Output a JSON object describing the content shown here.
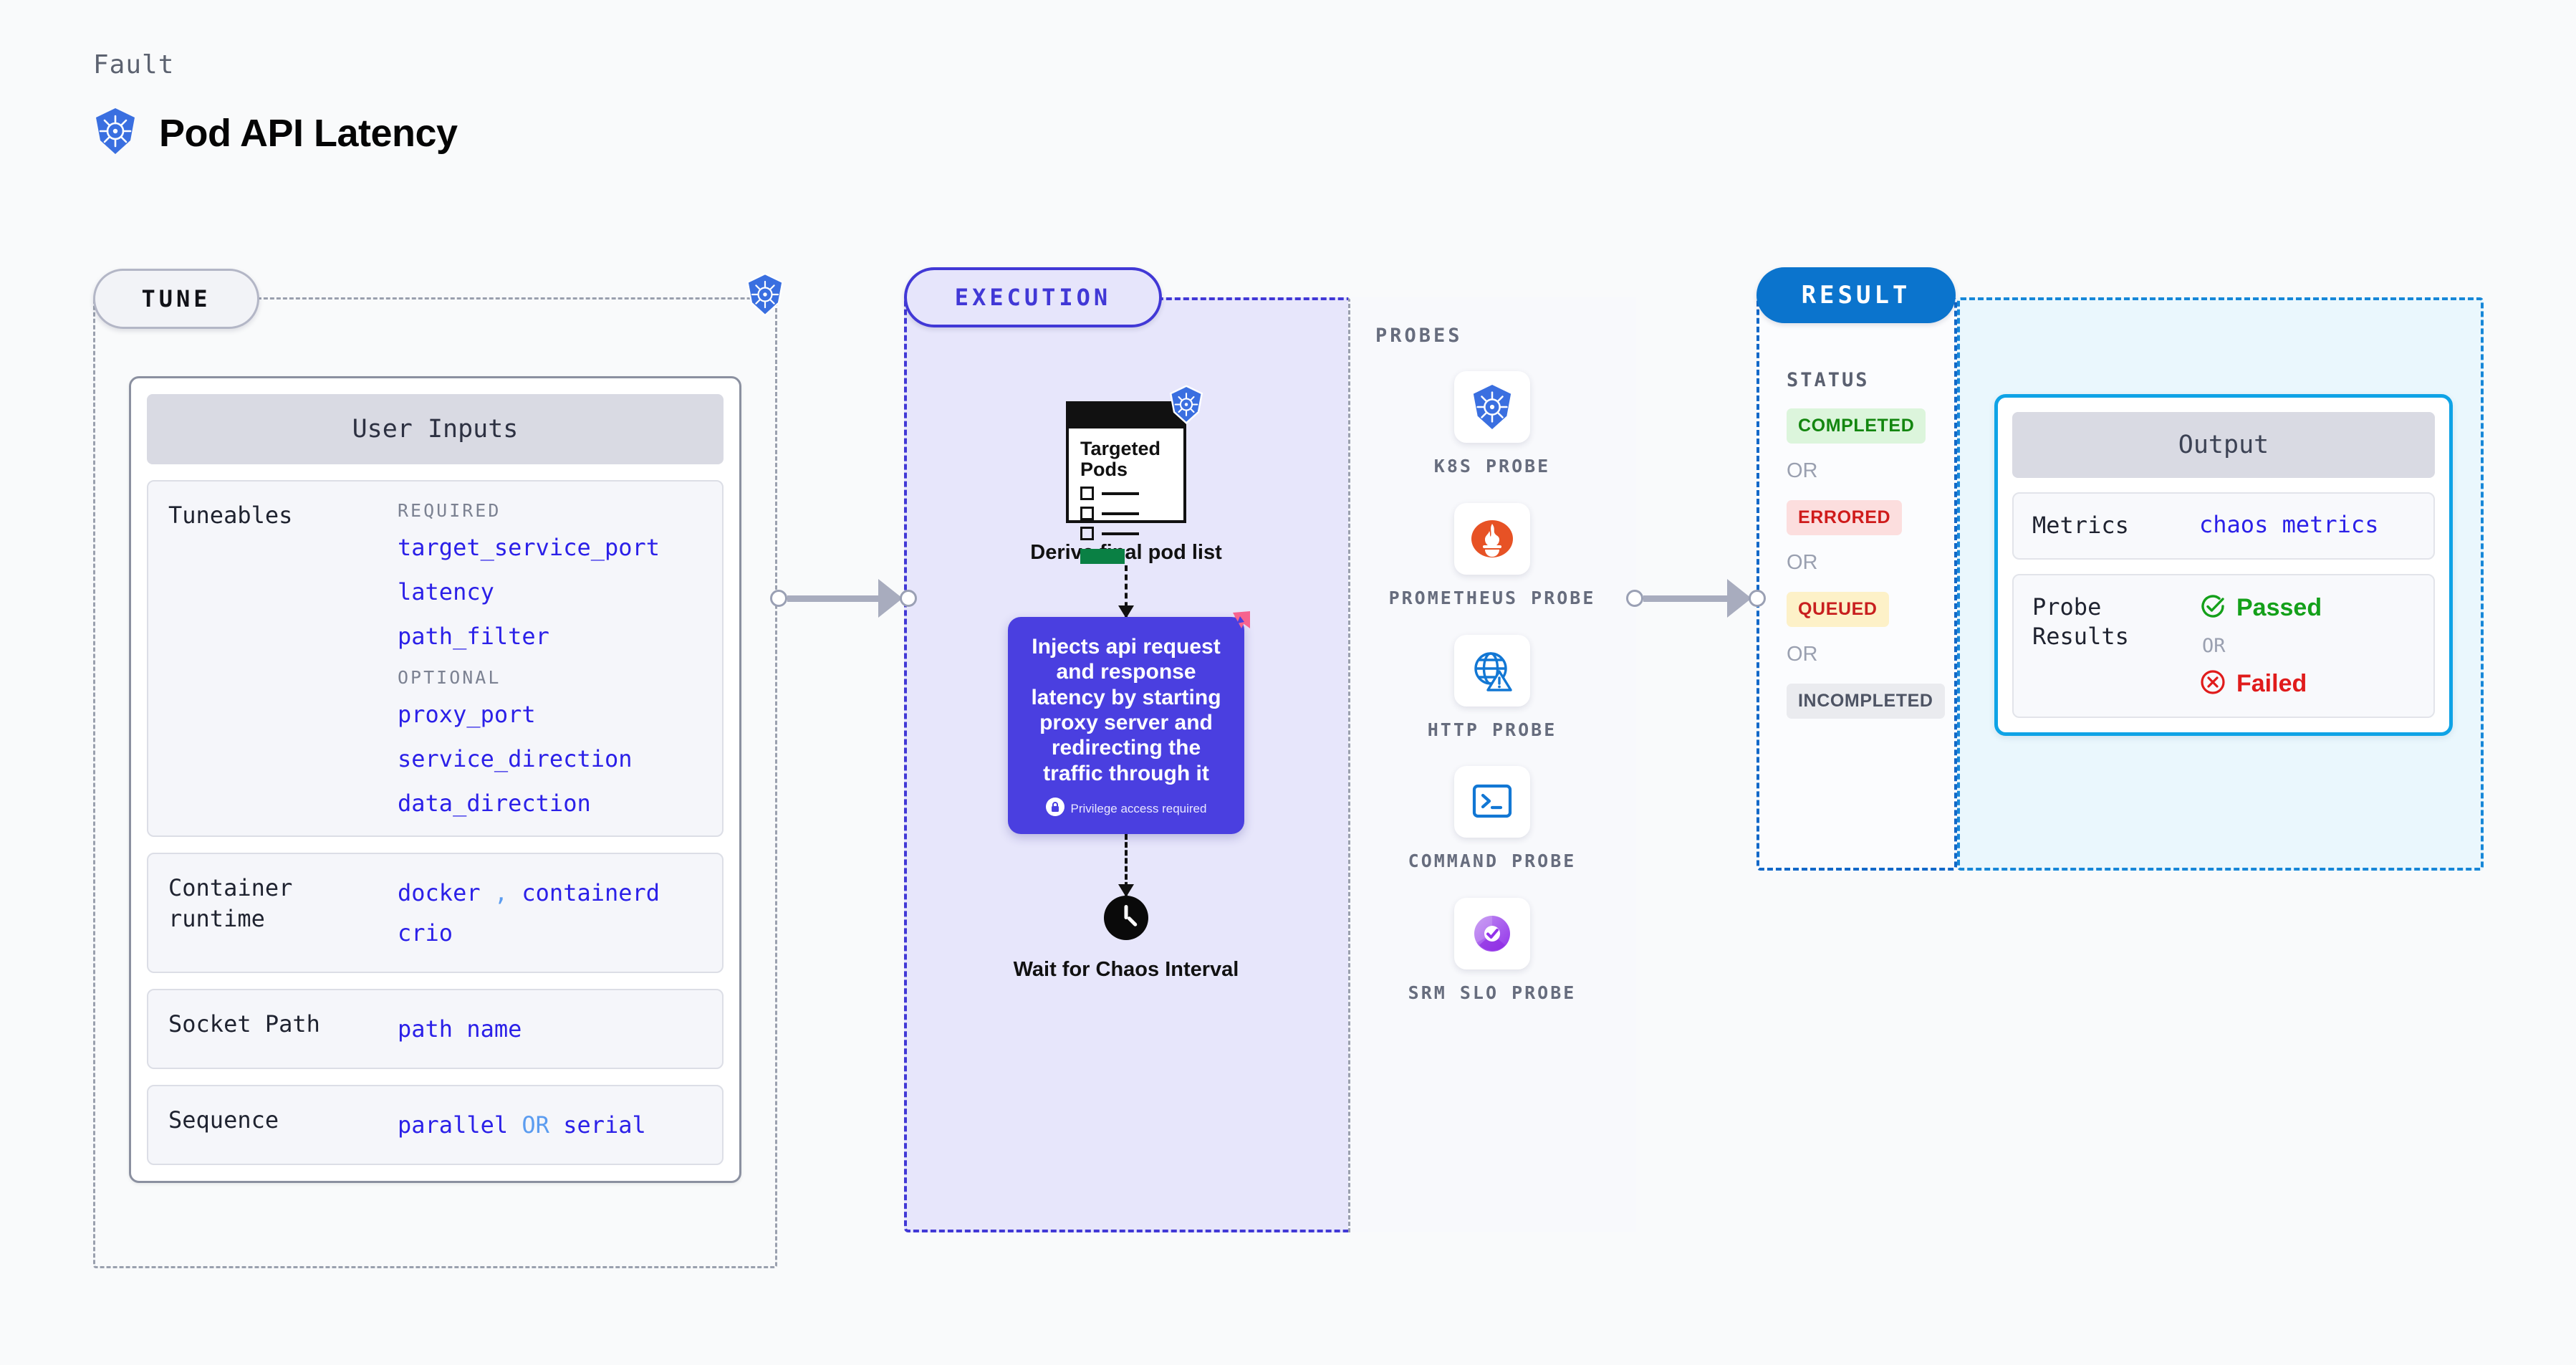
{
  "header": {
    "eyebrow": "Fault",
    "title": "Pod API Latency",
    "icon": "kubernetes-icon"
  },
  "stages": {
    "tune": {
      "badge": "TUNE"
    },
    "execution": {
      "badge": "EXECUTION"
    },
    "result": {
      "badge": "RESULT"
    }
  },
  "tune": {
    "card_title": "User Inputs",
    "rows": [
      {
        "key": "Tuneables",
        "required_label": "REQUIRED",
        "required": [
          "target_service_port",
          "latency",
          "path_filter"
        ],
        "optional_label": "OPTIONAL",
        "optional": [
          "proxy_port",
          "service_direction",
          "data_direction"
        ]
      },
      {
        "key": "Container runtime",
        "values_line1": "docker",
        "separator": ",",
        "values_line1b": "containerd",
        "values_line2": "crio"
      },
      {
        "key": "Socket Path",
        "value": "path name"
      },
      {
        "key": "Sequence",
        "value_a": "parallel",
        "value_or": "OR",
        "value_b": "serial"
      }
    ]
  },
  "execution": {
    "pods_card": {
      "title": "Targeted Pods",
      "icon": "kubernetes-icon"
    },
    "derive_caption": "Derive final pod list",
    "inject_card": {
      "text": "Injects api request and response latency by starting proxy server and redirecting the traffic through it",
      "privilege_note": "Privilege access required",
      "privilege_icon": "lock-icon",
      "corner_icon": "litmus-chaos-icon",
      "color": "#4a3fe0"
    },
    "wait_caption": "Wait for Chaos Interval",
    "wait_icon": "clock-icon"
  },
  "probes": {
    "label": "PROBES",
    "items": [
      {
        "name": "K8S PROBE",
        "icon": "kubernetes-icon"
      },
      {
        "name": "PROMETHEUS PROBE",
        "icon": "prometheus-icon"
      },
      {
        "name": "HTTP PROBE",
        "icon": "http-globe-icon"
      },
      {
        "name": "COMMAND PROBE",
        "icon": "terminal-icon"
      },
      {
        "name": "SRM SLO PROBE",
        "icon": "srm-slo-icon"
      }
    ]
  },
  "result": {
    "status_label": "STATUS",
    "or_label": "OR",
    "statuses": [
      {
        "label": "COMPLETED",
        "color": "#13860f",
        "bg": "#dcf5dc"
      },
      {
        "label": "ERRORED",
        "color": "#cf1b1b",
        "bg": "#fcdede"
      },
      {
        "label": "QUEUED",
        "color": "#c81f1f",
        "bg": "#fdf1c8"
      },
      {
        "label": "INCOMPLETED",
        "color": "#4e5464",
        "bg": "#eaebef"
      }
    ]
  },
  "output": {
    "card_title": "Output",
    "metrics_key": "Metrics",
    "metrics_value": "chaos metrics",
    "probe_results_key": "Probe Results",
    "passed_label": "Passed",
    "failed_label": "Failed",
    "or_label": "OR"
  }
}
